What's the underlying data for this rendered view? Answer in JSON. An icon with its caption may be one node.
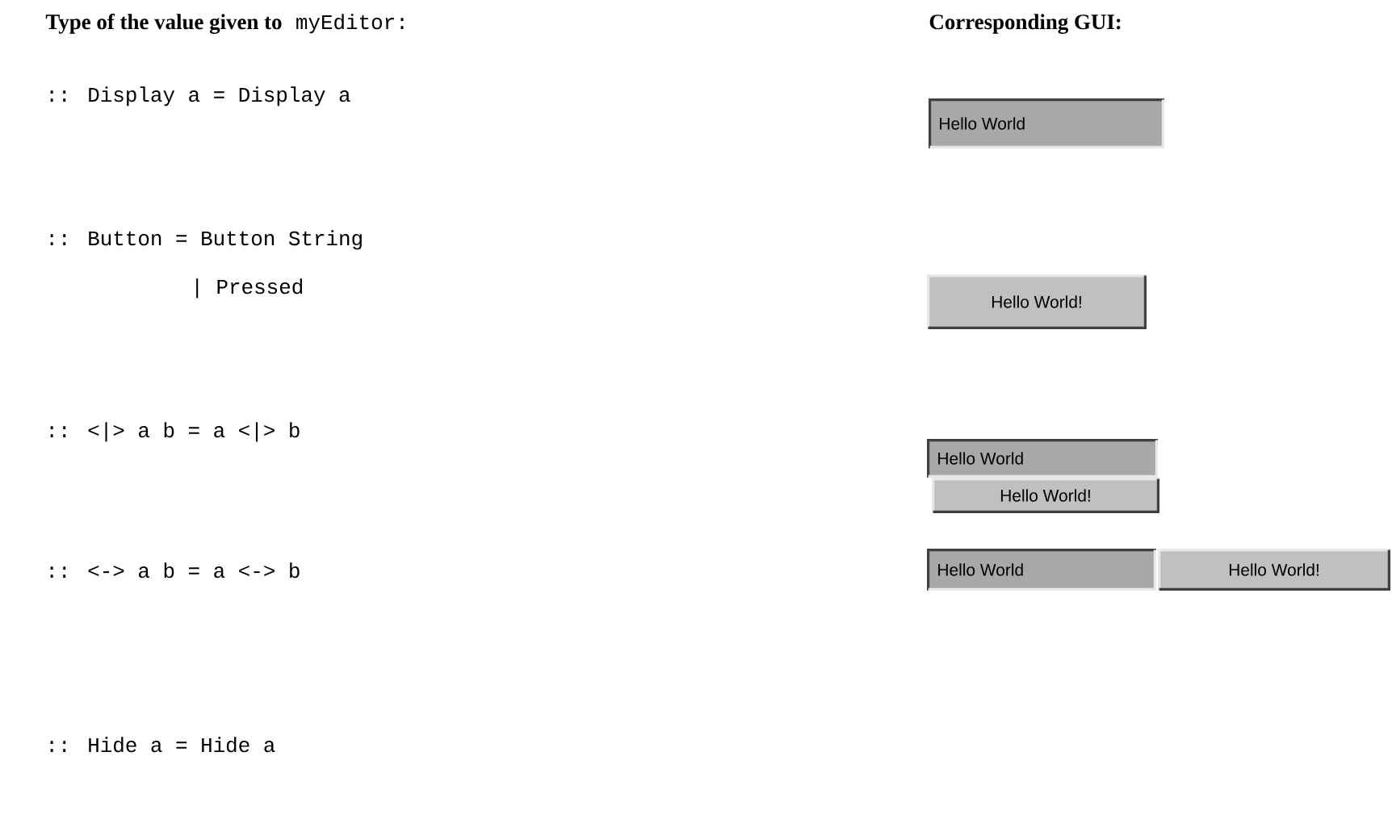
{
  "diagram": {
    "nodes": [
      {
        "text": [
          "Hello World"
        ]
      },
      {
        "text": [
          "Hello World!"
        ]
      },
      {
        "text": [
          "Hello World"
        ]
      },
      {
        "text": [
          "Hello World!"
        ]
      },
      {
        "text": [
          "Hello World"
        ]
      },
      {
        "text": [
          "Hello World!"
        ]
      }
    ],
    "labels": [
      "Type of the value given to",
      "myEditor:",
      "Corresponding GUI:",
      ":: Display a = Display a",
      ":: Button = Button String",
      "| Pressed",
      ":: <|> a b = a <|> b",
      ":: <-> a b = a <-> b",
      ":: Hide a = Hide a"
    ]
  }
}
